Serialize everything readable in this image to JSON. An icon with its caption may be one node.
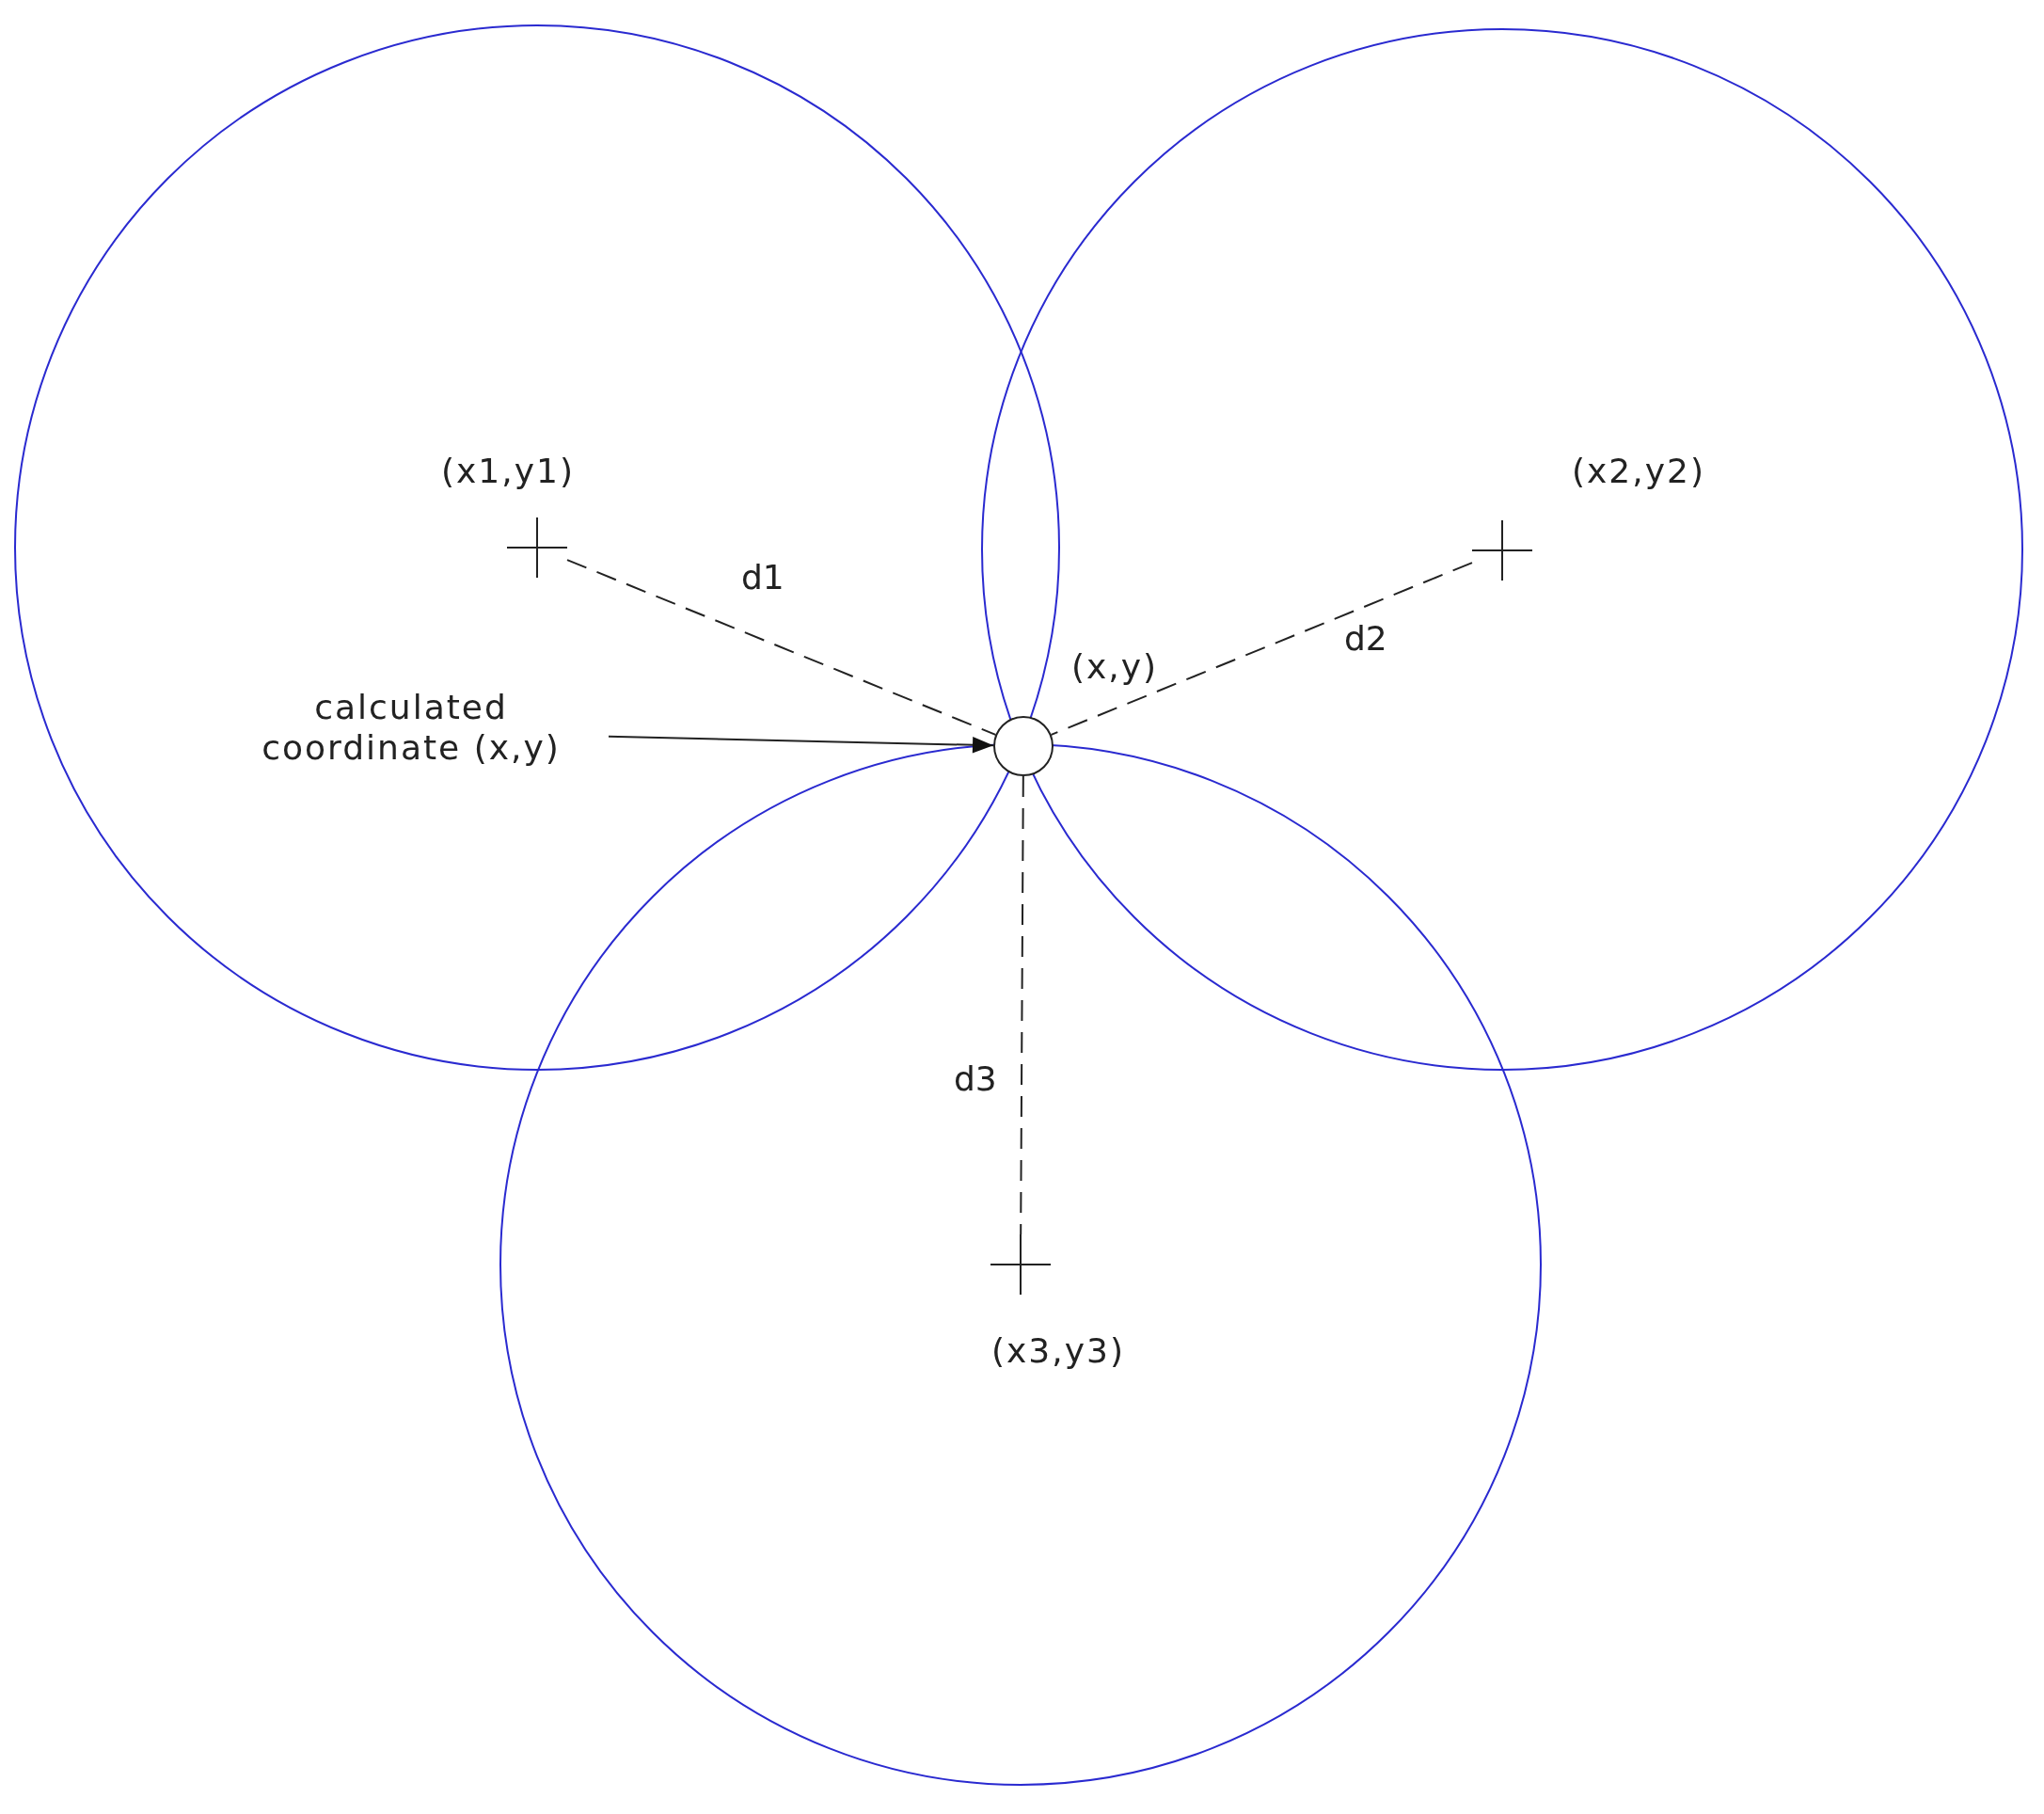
{
  "diagram": {
    "nodes": [
      {
        "text": [],
        "shape": "cross",
        "beside": [
          "(x1,y1)"
        ]
      },
      {
        "text": [],
        "shape": "cross",
        "beside": [
          "(x2,y2)"
        ]
      },
      {
        "text": [
          "calculated coordinate (x,y)"
        ]
      },
      {
        "text": [],
        "shape": "circle",
        "beside": [
          "(x,y)"
        ]
      },
      {
        "text": [],
        "shape": "cross",
        "beside": [
          "(x3,y3)"
        ]
      }
    ],
    "edges": [
      {
        "from": 0,
        "to": 3,
        "arrow": "none",
        "style": "dashed",
        "label": "d1"
      },
      {
        "from": 1,
        "to": 3,
        "arrow": "none",
        "style": "dashed",
        "label": "d2"
      },
      {
        "from": 2,
        "to": 3,
        "arrow": "to"
      },
      {
        "from": 3,
        "to": 4,
        "arrow": "none",
        "style": "dashed",
        "label": "d3"
      }
    ]
  }
}
